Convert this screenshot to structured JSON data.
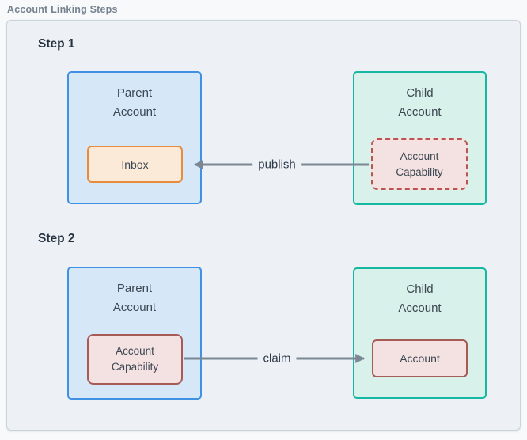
{
  "title": "Account Linking Steps",
  "colors": {
    "canvas-bg": "#f7f9fa",
    "panel-bg": "#edf1f5",
    "panel-border": "#c9d3da",
    "title-color": "#76838f",
    "step-color": "#25313f",
    "node-text": "#3b4752",
    "label-text": "#2e3a48",
    "parent-fill": "#d6e7f8",
    "parent-border": "#4090e4",
    "child-fill": "#d8f1ea",
    "child-border": "#17b8a1",
    "inbox-fill": "#fcead9",
    "inbox-border": "#e98b3c",
    "red-fill": "#f4e1e1",
    "red-border-dashed": "#bb534f",
    "red-border-solid": "#a65b55",
    "arrow-color": "#7b8794"
  },
  "steps": [
    {
      "name": "Step 1",
      "parent": {
        "label": "Parent\nAccount",
        "inner": {
          "label": "Inbox"
        }
      },
      "child": {
        "label": "Child\nAccount",
        "inner": {
          "label": "Account\nCapability"
        }
      },
      "arrow": {
        "label": "publish",
        "direction": "right-to-left"
      }
    },
    {
      "name": "Step 2",
      "parent": {
        "label": "Parent\nAccount",
        "inner": {
          "label": "Account\nCapability"
        }
      },
      "child": {
        "label": "Child\nAccount",
        "inner": {
          "label": "Account"
        }
      },
      "arrow": {
        "label": "claim",
        "direction": "left-to-right"
      }
    }
  ]
}
